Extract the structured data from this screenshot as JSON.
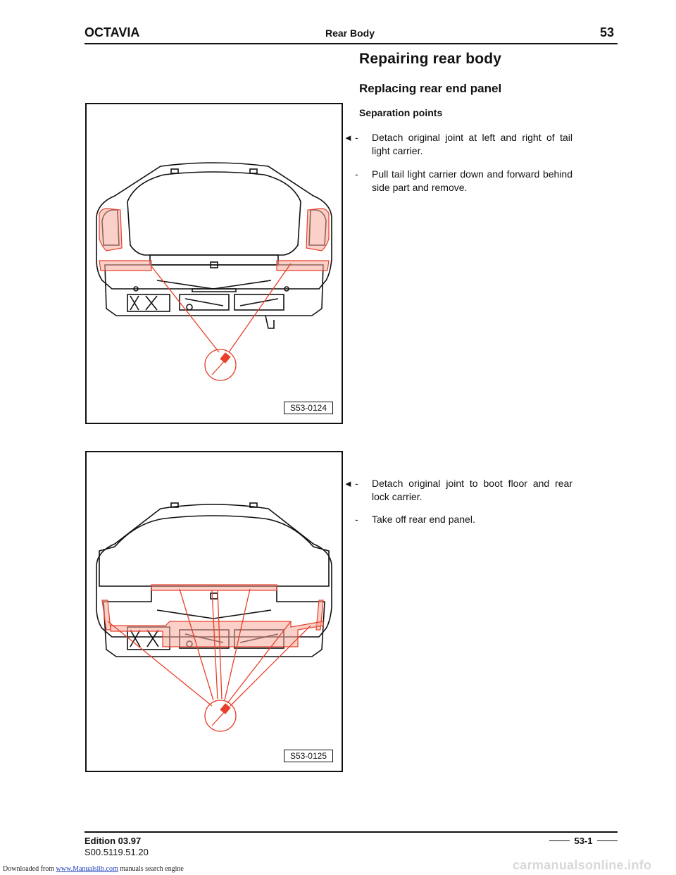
{
  "header": {
    "model": "OCTAVIA",
    "section": "Rear Body",
    "chapter": "53"
  },
  "headings": {
    "h1": "Repairing rear body",
    "h2": "Replacing rear end panel",
    "h3": "Separation points"
  },
  "steps_fig1": [
    {
      "arrow": "◄",
      "dash": "-",
      "text": "Detach original joint at left and right of tail light carrier."
    },
    {
      "arrow": "",
      "dash": "-",
      "text": "Pull tail light carrier down and forward behind side part and remove."
    }
  ],
  "steps_fig2": [
    {
      "arrow": "◄",
      "dash": "-",
      "text": "Detach original joint to boot floor and rear lock carrier."
    },
    {
      "arrow": "",
      "dash": "-",
      "text": "Take off rear end panel."
    }
  ],
  "figures": [
    {
      "label": "S53-0124"
    },
    {
      "label": "S53-0125"
    }
  ],
  "footer": {
    "edition": "Edition 03.97",
    "code": "S00.5119.51.20",
    "page": "53-1",
    "download_prefix": "Downloaded from",
    "download_link": "www.Manualslib.com",
    "download_suffix": "manuals search engine",
    "watermark": "carmanualsonline.info"
  },
  "colors": {
    "accent_red": "#e8402a",
    "hatch_red": "#f5a99a"
  }
}
